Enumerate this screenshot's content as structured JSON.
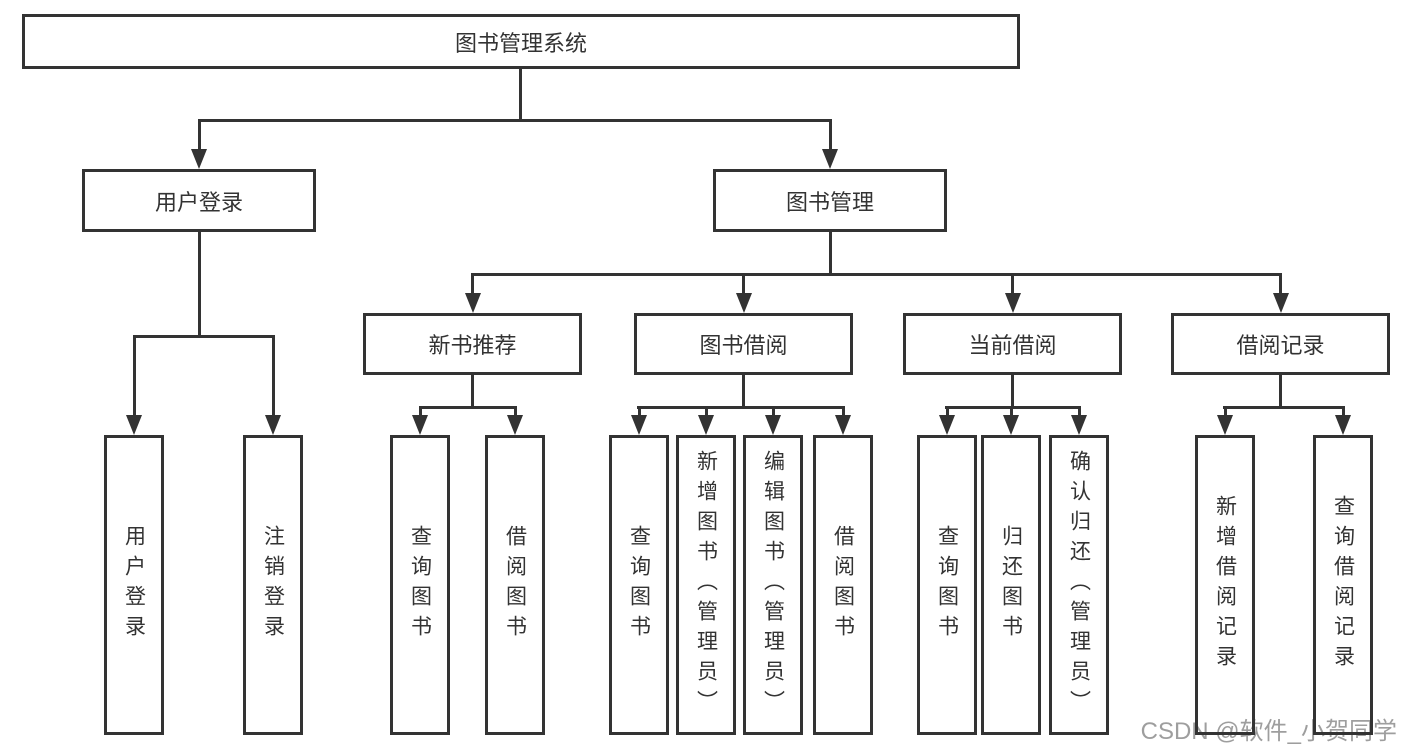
{
  "title": "图书管理系统",
  "tree": {
    "root": "图书管理系统",
    "branches": [
      {
        "label": "用户登录",
        "children": [
          "用户登录",
          "注销登录"
        ]
      },
      {
        "label": "图书管理",
        "groups": [
          {
            "label": "新书推荐",
            "children": [
              "查询图书",
              "借阅图书"
            ]
          },
          {
            "label": "图书借阅",
            "children": [
              "查询图书",
              "新增图书（管理员）",
              "编辑图书（管理员）",
              "借阅图书"
            ]
          },
          {
            "label": "当前借阅",
            "children": [
              "查询图书",
              "归还图书",
              "确认归还（管理员）"
            ]
          },
          {
            "label": "借阅记录",
            "children": [
              "新增借阅记录",
              "查询借阅记录"
            ]
          }
        ]
      }
    ]
  },
  "watermark": "CSDN @软件_小贺同学",
  "colors": {
    "line": "#333333",
    "text": "#333333",
    "watermark": "#9e9e9e",
    "background": "#ffffff"
  }
}
